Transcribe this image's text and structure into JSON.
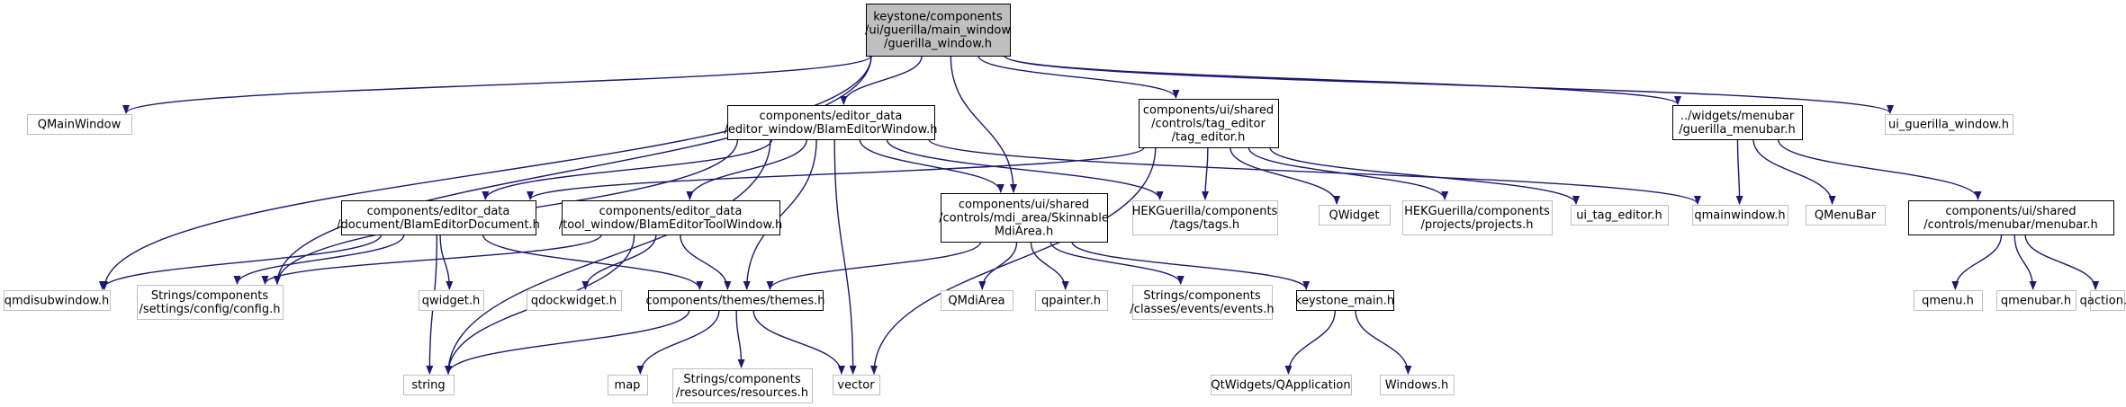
{
  "diagram": {
    "type": "include-dependency-graph",
    "colors": {
      "edge": "#191970",
      "node_border": "#000000",
      "external_border": "#bfbfbf",
      "root_fill": "#bfbfbf",
      "fill": "#ffffff",
      "text": "#000000"
    },
    "nodes": [
      {
        "id": "root",
        "lines": [
          "keystone/components",
          "/ui/guerilla/main_window",
          "/guerilla_window.h"
        ],
        "kind": "root"
      },
      {
        "id": "qmainwindow_cls",
        "lines": [
          "QMainWindow"
        ],
        "kind": "external"
      },
      {
        "id": "bew",
        "lines": [
          "components/editor_data",
          "/editor_window/BlamEditorWindow.h"
        ],
        "kind": "internal"
      },
      {
        "id": "tag_editor",
        "lines": [
          "components/ui/shared",
          "/controls/tag_editor",
          "/tag_editor.h"
        ],
        "kind": "internal"
      },
      {
        "id": "guerilla_menubar",
        "lines": [
          "../widgets/menubar",
          "/guerilla_menubar.h"
        ],
        "kind": "internal"
      },
      {
        "id": "ui_guerilla_window",
        "lines": [
          "ui_guerilla_window.h"
        ],
        "kind": "external"
      },
      {
        "id": "bed",
        "lines": [
          "components/editor_data",
          "/document/BlamEditorDocument.h"
        ],
        "kind": "internal"
      },
      {
        "id": "betw",
        "lines": [
          "components/editor_data",
          "/tool_window/BlamEditorToolWindow.h"
        ],
        "kind": "internal"
      },
      {
        "id": "mdiarea",
        "lines": [
          "components/ui/shared",
          "/controls/mdi_area/Skinnable",
          "MdiArea.h"
        ],
        "kind": "internal"
      },
      {
        "id": "tags",
        "lines": [
          "HEKGuerilla/components",
          "/tags/tags.h"
        ],
        "kind": "external"
      },
      {
        "id": "qwidget_cls",
        "lines": [
          "QWidget"
        ],
        "kind": "external"
      },
      {
        "id": "projects",
        "lines": [
          "HEKGuerilla/components",
          "/projects/projects.h"
        ],
        "kind": "external"
      },
      {
        "id": "ui_tag_editor",
        "lines": [
          "ui_tag_editor.h"
        ],
        "kind": "external"
      },
      {
        "id": "qmainwindow_h",
        "lines": [
          "qmainwindow.h"
        ],
        "kind": "external"
      },
      {
        "id": "qmenubar_cls",
        "lines": [
          "QMenuBar"
        ],
        "kind": "external"
      },
      {
        "id": "menubar",
        "lines": [
          "components/ui/shared",
          "/controls/menubar/menubar.h"
        ],
        "kind": "internal"
      },
      {
        "id": "qmdisubwindow",
        "lines": [
          "qmdisubwindow.h"
        ],
        "kind": "external"
      },
      {
        "id": "config",
        "lines": [
          "Strings/components",
          "/settings/config/config.h"
        ],
        "kind": "external"
      },
      {
        "id": "qwidget_h",
        "lines": [
          "qwidget.h"
        ],
        "kind": "external"
      },
      {
        "id": "qdockwidget",
        "lines": [
          "qdockwidget.h"
        ],
        "kind": "external"
      },
      {
        "id": "themes",
        "lines": [
          "components/themes/themes.h"
        ],
        "kind": "internal"
      },
      {
        "id": "qmdiarea",
        "lines": [
          "QMdiArea"
        ],
        "kind": "external"
      },
      {
        "id": "qpainter",
        "lines": [
          "qpainter.h"
        ],
        "kind": "external"
      },
      {
        "id": "events",
        "lines": [
          "Strings/components",
          "/classes/events/events.h"
        ],
        "kind": "external"
      },
      {
        "id": "keystone_main",
        "lines": [
          "keystone_main.h"
        ],
        "kind": "internal"
      },
      {
        "id": "qmenu",
        "lines": [
          "qmenu.h"
        ],
        "kind": "external"
      },
      {
        "id": "qmenubar_h",
        "lines": [
          "qmenubar.h"
        ],
        "kind": "external"
      },
      {
        "id": "qaction",
        "lines": [
          "qaction.h"
        ],
        "kind": "external"
      },
      {
        "id": "string",
        "lines": [
          "string"
        ],
        "kind": "external"
      },
      {
        "id": "map",
        "lines": [
          "map"
        ],
        "kind": "external"
      },
      {
        "id": "resources",
        "lines": [
          "Strings/components",
          "/resources/resources.h"
        ],
        "kind": "external"
      },
      {
        "id": "vector",
        "lines": [
          "vector"
        ],
        "kind": "external"
      },
      {
        "id": "qapplication",
        "lines": [
          "QtWidgets/QApplication"
        ],
        "kind": "external"
      },
      {
        "id": "windows",
        "lines": [
          "Windows.h"
        ],
        "kind": "external"
      }
    ],
    "edges": [
      [
        "root",
        "qmainwindow_cls"
      ],
      [
        "root",
        "bew"
      ],
      [
        "root",
        "tag_editor"
      ],
      [
        "root",
        "guerilla_menubar"
      ],
      [
        "root",
        "ui_guerilla_window"
      ],
      [
        "root",
        "qmdisubwindow"
      ],
      [
        "root",
        "config"
      ],
      [
        "root",
        "mdiarea"
      ],
      [
        "bew",
        "bed"
      ],
      [
        "bew",
        "betw"
      ],
      [
        "bew",
        "mdiarea"
      ],
      [
        "bew",
        "tags"
      ],
      [
        "bew",
        "qmainwindow_h"
      ],
      [
        "bew",
        "config"
      ],
      [
        "bew",
        "themes"
      ],
      [
        "bew",
        "string"
      ],
      [
        "bew",
        "vector"
      ],
      [
        "tag_editor",
        "bed"
      ],
      [
        "tag_editor",
        "tags"
      ],
      [
        "tag_editor",
        "qwidget_cls"
      ],
      [
        "tag_editor",
        "projects"
      ],
      [
        "tag_editor",
        "ui_tag_editor"
      ],
      [
        "tag_editor",
        "vector"
      ],
      [
        "guerilla_menubar",
        "qmainwindow_h"
      ],
      [
        "guerilla_menubar",
        "qmenubar_cls"
      ],
      [
        "guerilla_menubar",
        "menubar"
      ],
      [
        "bed",
        "qmdisubwindow"
      ],
      [
        "bed",
        "config"
      ],
      [
        "bed",
        "qwidget_h"
      ],
      [
        "bed",
        "themes"
      ],
      [
        "bed",
        "string"
      ],
      [
        "betw",
        "config"
      ],
      [
        "betw",
        "qdockwidget"
      ],
      [
        "betw",
        "themes"
      ],
      [
        "betw",
        "string"
      ],
      [
        "mdiarea",
        "themes"
      ],
      [
        "mdiarea",
        "qmdiarea"
      ],
      [
        "mdiarea",
        "qpainter"
      ],
      [
        "mdiarea",
        "events"
      ],
      [
        "mdiarea",
        "keystone_main"
      ],
      [
        "themes",
        "string"
      ],
      [
        "themes",
        "map"
      ],
      [
        "themes",
        "resources"
      ],
      [
        "themes",
        "vector"
      ],
      [
        "keystone_main",
        "qapplication"
      ],
      [
        "keystone_main",
        "windows"
      ],
      [
        "menubar",
        "qmenu"
      ],
      [
        "menubar",
        "qmenubar_h"
      ],
      [
        "menubar",
        "qaction"
      ]
    ]
  }
}
